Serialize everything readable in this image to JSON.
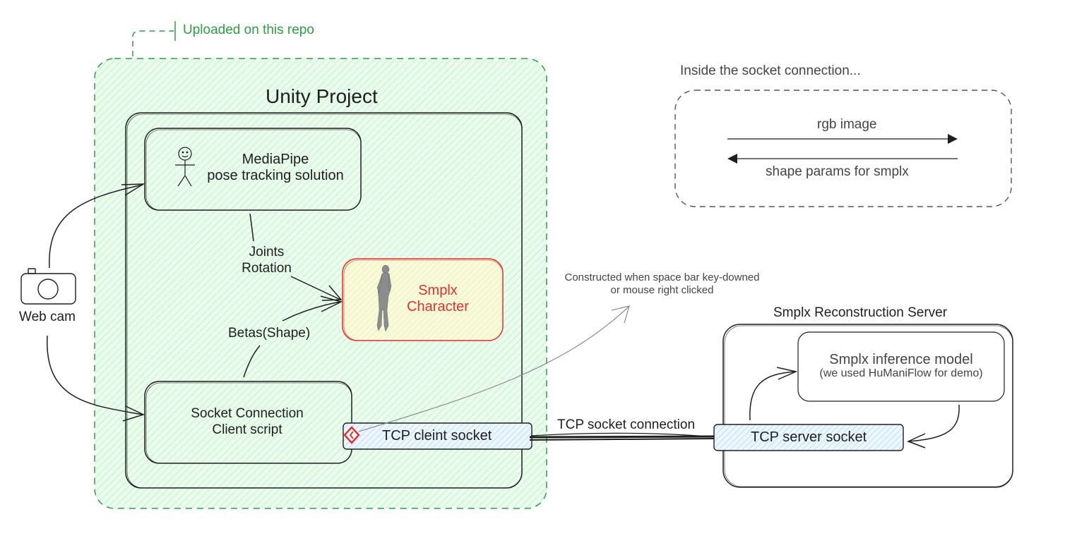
{
  "uploaded_label": "Uploaded on this repo",
  "unity_project_title": "Unity Project",
  "mediapipe": {
    "line1": "MediaPipe",
    "line2": "pose tracking solution"
  },
  "joints_rotation": {
    "line1": "Joints",
    "line2": "Rotation"
  },
  "smplx_character": {
    "line1": "Smplx",
    "line2": "Character"
  },
  "betas_label": "Betas(Shape)",
  "socket_client": {
    "line1": "Socket Connection",
    "line2": "Client script"
  },
  "tcp_client_socket": "TCP cleint socket",
  "webcam_label": "Web cam",
  "inside_socket_label": "Inside the socket connection...",
  "rgb_image_label": "rgb image",
  "shape_params_label": "shape params for smplx",
  "constructed_note": {
    "line1": "Constructed when space bar key-downed",
    "line2": "or mouse right clicked"
  },
  "server_title": "Smplx Reconstruction Server",
  "inference_model": {
    "line1": "Smplx inference model",
    "line2": "(we used HuManiFlow for demo)"
  },
  "tcp_connection_label": "TCP socket connection",
  "tcp_server_socket": "TCP server socket",
  "colors": {
    "repo_green": "#2f9e44",
    "repo_fill": "#b2f2bb",
    "stroke": "#1e1e1e",
    "socket_fill": "#a5d8ff",
    "character_red": "#e03131",
    "character_fill": "#ffec99"
  },
  "icons": [
    "camera-icon",
    "stick-figure-icon",
    "human-model-icon",
    "diamond-connector-icon"
  ]
}
